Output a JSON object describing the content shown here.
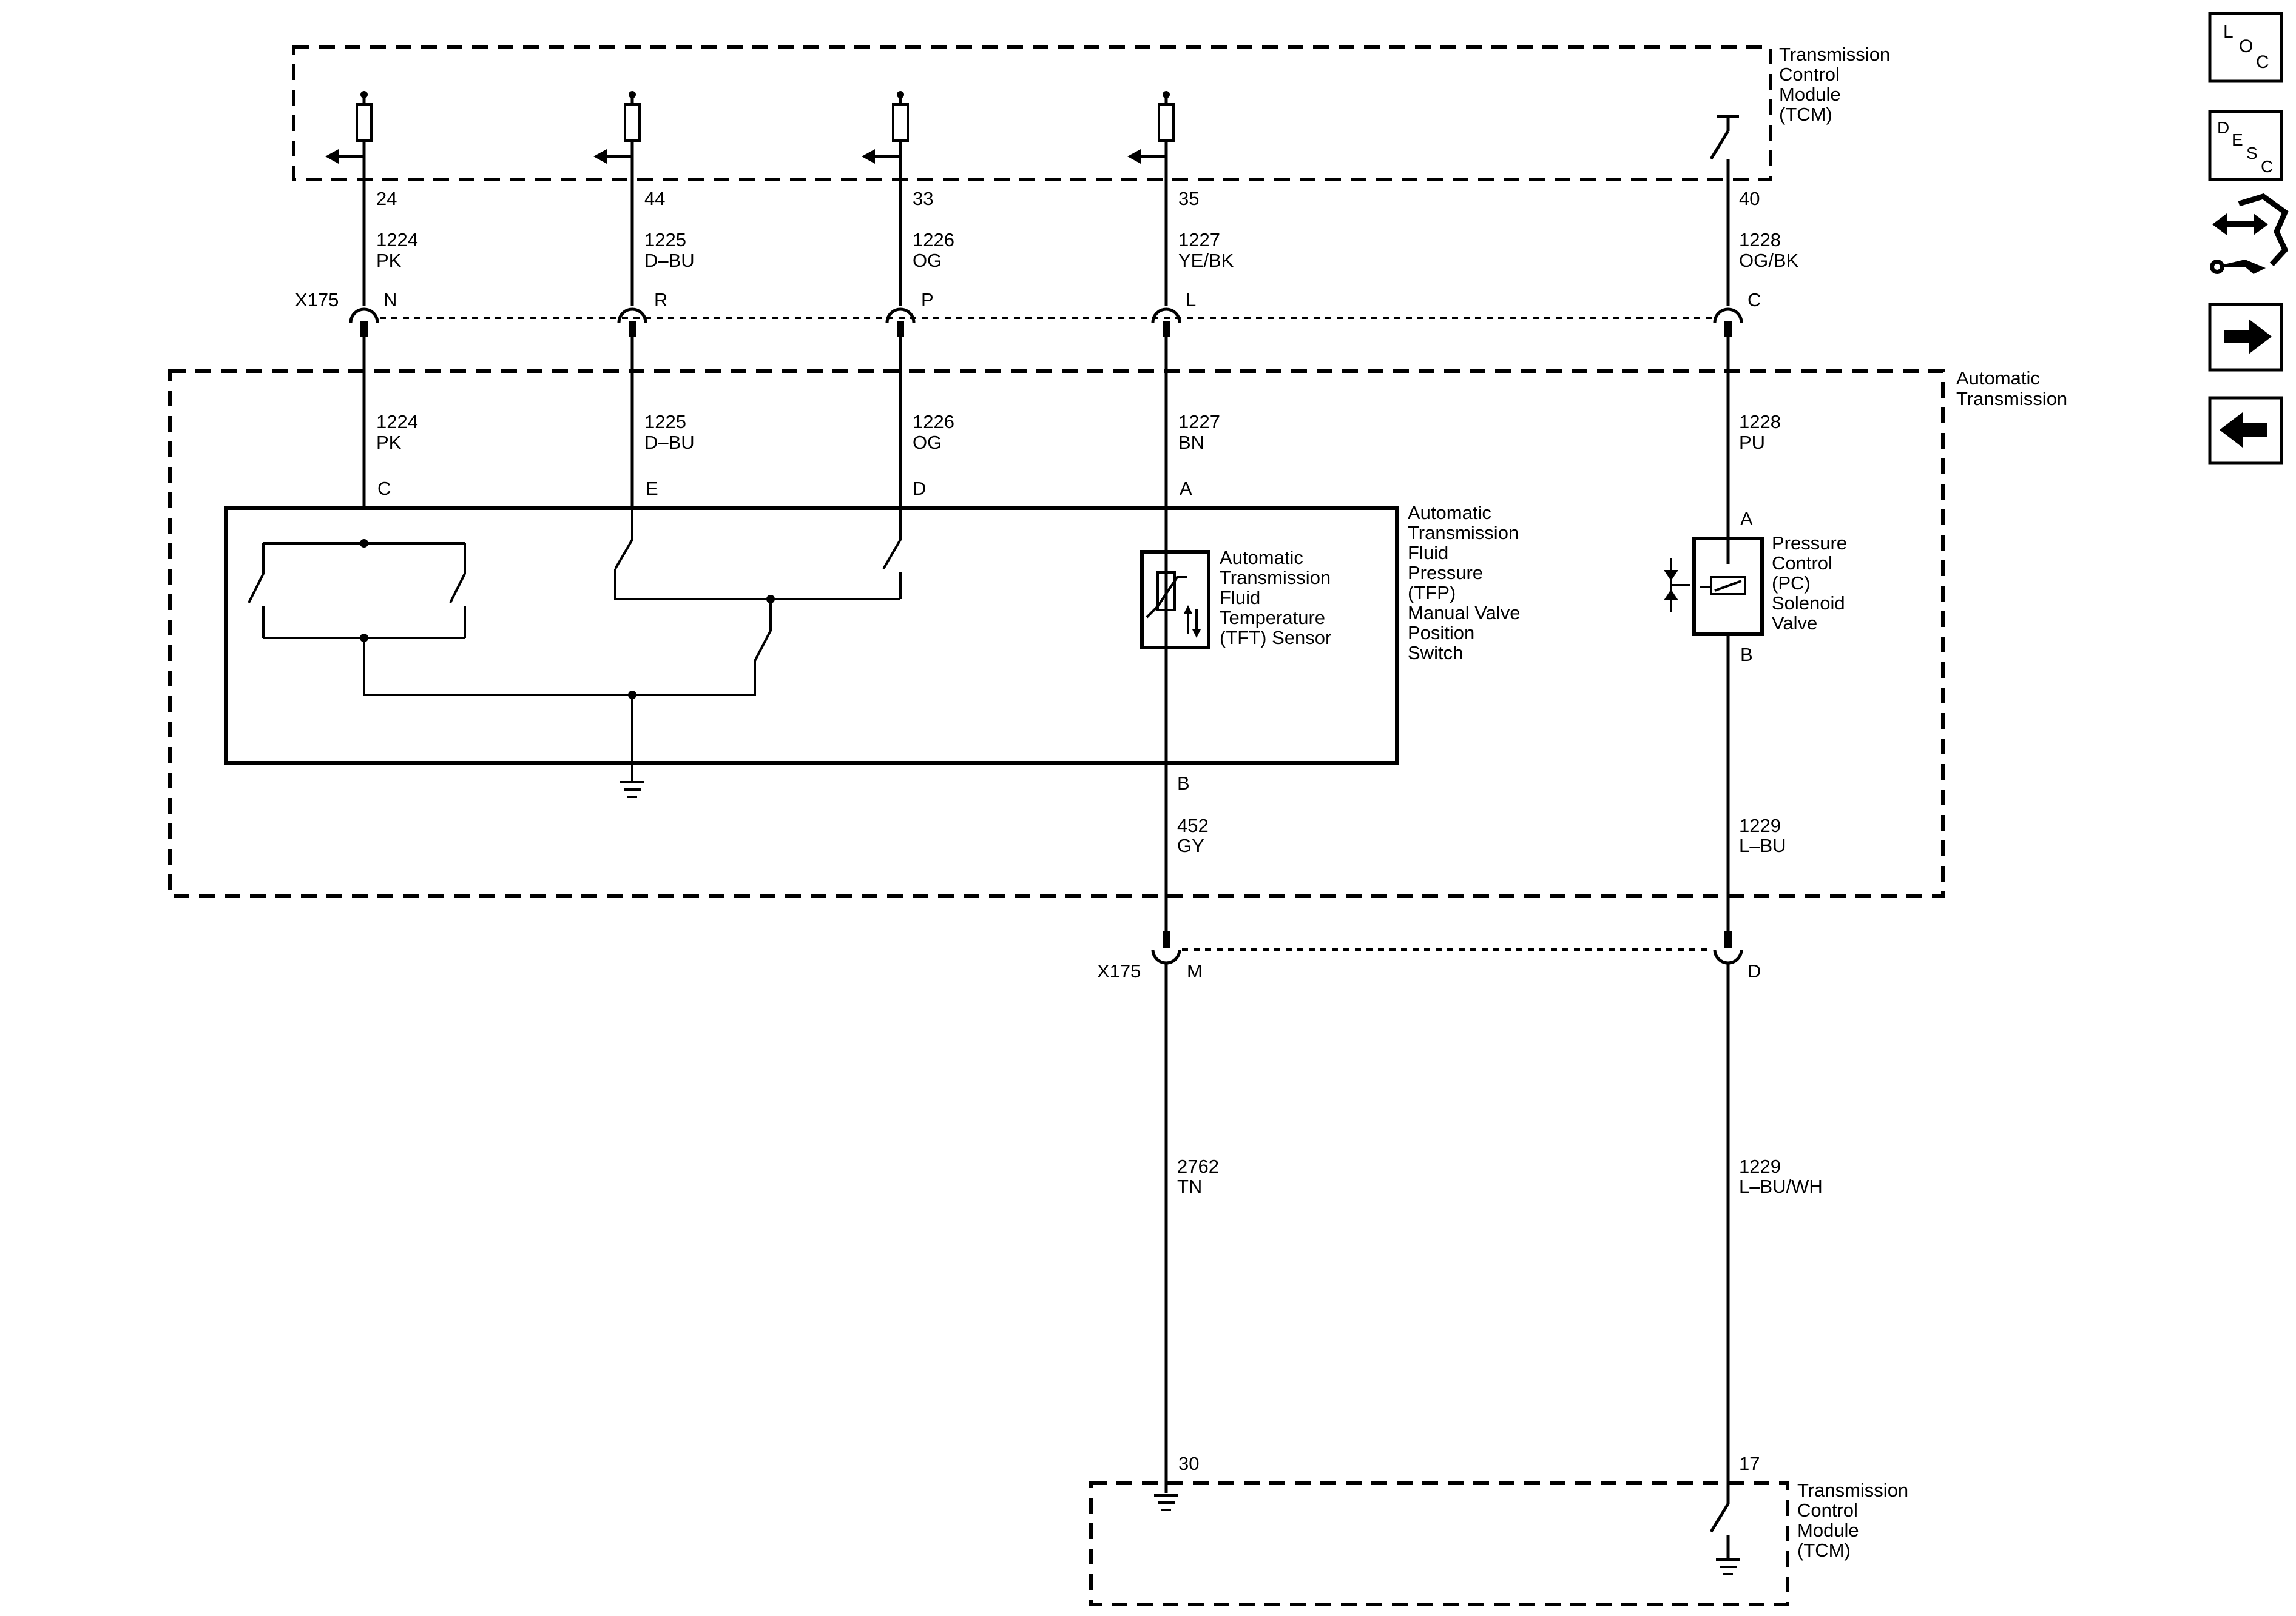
{
  "modules": {
    "tcm_top": [
      "Transmission",
      "Control",
      "Module",
      "(TCM)"
    ],
    "tcm_bottom": [
      "Transmission",
      "Control",
      "Module",
      "(TCM)"
    ],
    "automatic_transmission": [
      "Automatic",
      "Transmission"
    ]
  },
  "tcm_pins_top": [
    "24",
    "44",
    "33",
    "35",
    "40"
  ],
  "tcm_pins_bottom": [
    "30",
    "17"
  ],
  "connector_x175_name": "X175",
  "connector_x175_upper_pins": [
    "N",
    "R",
    "P",
    "L",
    "C"
  ],
  "connector_x175_lower_pins": [
    "M",
    "D"
  ],
  "wires_upper": [
    {
      "circuit": "1224",
      "color": "PK"
    },
    {
      "circuit": "1225",
      "color": "D–BU"
    },
    {
      "circuit": "1226",
      "color": "OG"
    },
    {
      "circuit": "1227",
      "color": "YE/BK"
    },
    {
      "circuit": "1228",
      "color": "OG/BK"
    }
  ],
  "wires_trans": [
    {
      "circuit": "1224",
      "color": "PK"
    },
    {
      "circuit": "1225",
      "color": "D–BU"
    },
    {
      "circuit": "1226",
      "color": "OG"
    },
    {
      "circuit": "1227",
      "color": "BN"
    },
    {
      "circuit": "1228",
      "color": "PU"
    }
  ],
  "switch_pins": [
    "C",
    "E",
    "D",
    "A"
  ],
  "tft_bottom_pin": "B",
  "pc_pins": [
    "A",
    "B"
  ],
  "wires_mid": [
    {
      "circuit": "452",
      "color": "GY"
    },
    {
      "circuit": "1229",
      "color": "L–BU"
    }
  ],
  "wires_lower": [
    {
      "circuit": "2762",
      "color": "TN"
    },
    {
      "circuit": "1229",
      "color": "L–BU/WH"
    }
  ],
  "components": {
    "tfp_switch": [
      "Automatic",
      "Transmission",
      "Fluid",
      "Pressure",
      "(TFP)",
      "Manual Valve",
      "Position",
      "Switch"
    ],
    "tft_sensor": [
      "Automatic",
      "Transmission",
      "Fluid",
      "Temperature",
      "(TFT) Sensor"
    ],
    "pc_solenoid": [
      "Pressure",
      "Control",
      "(PC)",
      "Solenoid",
      "Valve"
    ]
  },
  "nav": {
    "loc": {
      "letters": [
        "L",
        "O",
        "C"
      ],
      "icon": "location-icon"
    },
    "desc": {
      "letters": [
        "D",
        "E",
        "S",
        "C"
      ],
      "icon": "description-icon"
    },
    "connector_icon": "connector-repair-icon",
    "next_icon": "right-arrow-icon",
    "back_icon": "left-arrow-icon"
  }
}
